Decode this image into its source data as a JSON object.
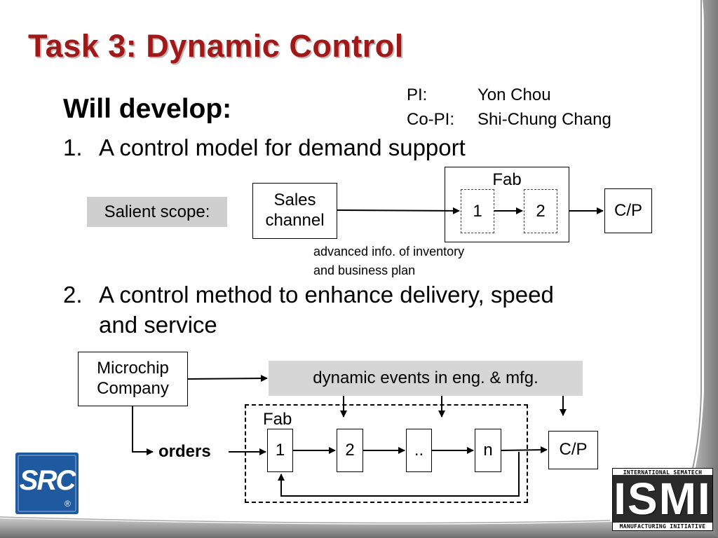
{
  "slide": {
    "title": "Task 3: Dynamic Control",
    "heading": "Will develop:",
    "pi": {
      "pi_label": "PI:",
      "pi_name": "Yon Chou",
      "copi_label": "Co-PI:",
      "copi_name": "Shi-Chung Chang"
    },
    "items": [
      {
        "number": "1.",
        "text": "A control model for demand support"
      },
      {
        "number": "2.",
        "text_line1": "A control method to enhance delivery, speed",
        "text_line2": "and service"
      }
    ]
  },
  "diagram1": {
    "scope_label": "Salient scope:",
    "sales_line1": "Sales",
    "sales_line2": "channel",
    "fab_label": "Fab",
    "stage1": "1",
    "stage2": "2",
    "cp": "C/P",
    "note_line1": "advanced info. of inventory",
    "note_line2": "and business plan"
  },
  "diagram2": {
    "company_line1": "Microchip",
    "company_line2": "Company",
    "events": "dynamic events in eng. & mfg.",
    "fab_label": "Fab",
    "orders": "orders",
    "stage1": "1",
    "stage2": "2",
    "stage_dots": "..",
    "stage_n": "n",
    "cp": "C/P"
  },
  "logos": {
    "src": "SRC",
    "registered": "®",
    "ismi_top": "INTERNATIONAL SEMATECH",
    "ismi_main": "ISMI",
    "ismi_bottom": "MANUFACTURING INITIATIVE"
  },
  "colors": {
    "title": "#a01818",
    "src_blue": "#1f5aa0",
    "gray_box": "#cfcfcf"
  }
}
